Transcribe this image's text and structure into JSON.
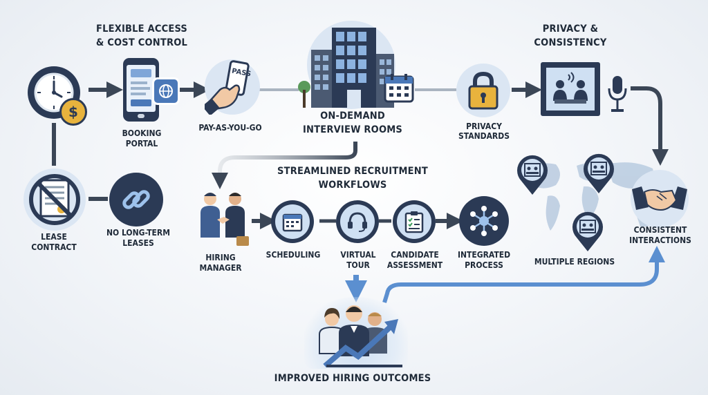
{
  "headings": {
    "flexible_access": "FLEXIBLE ACCESS",
    "cost_control": "& COST CONTROL",
    "privacy": "PRIVACY &",
    "consistency": "CONSISTENCY",
    "on_demand": "ON-DEMAND",
    "interview_rooms": "INTERVIEW ROOMS",
    "streamlined": "STREAMLINED RECRUITMENT",
    "workflows": "WORKFLOWS",
    "improved": "IMPROVED HIRING OUTCOMES"
  },
  "labels": {
    "booking_1": "BOOKING",
    "booking_2": "PORTAL",
    "payg": "PAY-AS-YOU-GO",
    "privacy_std_1": "PRIVACY",
    "privacy_std_2": "STANDARDS",
    "lease_1": "LEASE",
    "lease_2": "CONTRACT",
    "no_lease_1": "NO LONG-TERM",
    "no_lease_2": "LEASES",
    "hiring_1": "HIRING",
    "hiring_2": "MANAGER",
    "scheduling": "SCHEDULING",
    "virtual_1": "VIRTUAL",
    "virtual_2": "TOUR",
    "candidate_1": "CANDIDATE",
    "candidate_2": "ASSESSMENT",
    "integrated_1": "INTEGRATED",
    "integrated_2": "PROCESS",
    "regions": "MULTIPLE REGIONS",
    "consistent_1": "CONSISTENT",
    "consistent_2": "INTERACTIONS",
    "pass": "PASS"
  },
  "icons": {
    "clock": "clock-icon",
    "coin": "dollar-coin-icon",
    "phone": "booking-phone-icon",
    "globe": "globe-icon",
    "pass": "hand-holding-pass-icon",
    "building": "office-building-icon",
    "calendar": "calendar-icon",
    "lock": "padlock-icon",
    "booth": "interview-booth-icon",
    "mic": "microphone-icon",
    "lease": "crossed-out-contract-icon",
    "link": "chain-link-icon",
    "handshake_people": "business-handshake-icon",
    "schedule": "scheduling-calendar-icon",
    "headset": "headset-icon",
    "clipboard": "checklist-clipboard-icon",
    "network": "network-hub-icon",
    "map": "world-map-icon",
    "pins": "location-pin-room-icon",
    "handshake": "handshake-icon",
    "team": "team-growth-icon"
  },
  "colors": {
    "navy": "#2b3a55",
    "blue": "#4a78b8",
    "light_blue": "#cfe0f3",
    "gold": "#e8b33d",
    "text": "#1f2a38",
    "arrow": "#3b4656"
  }
}
